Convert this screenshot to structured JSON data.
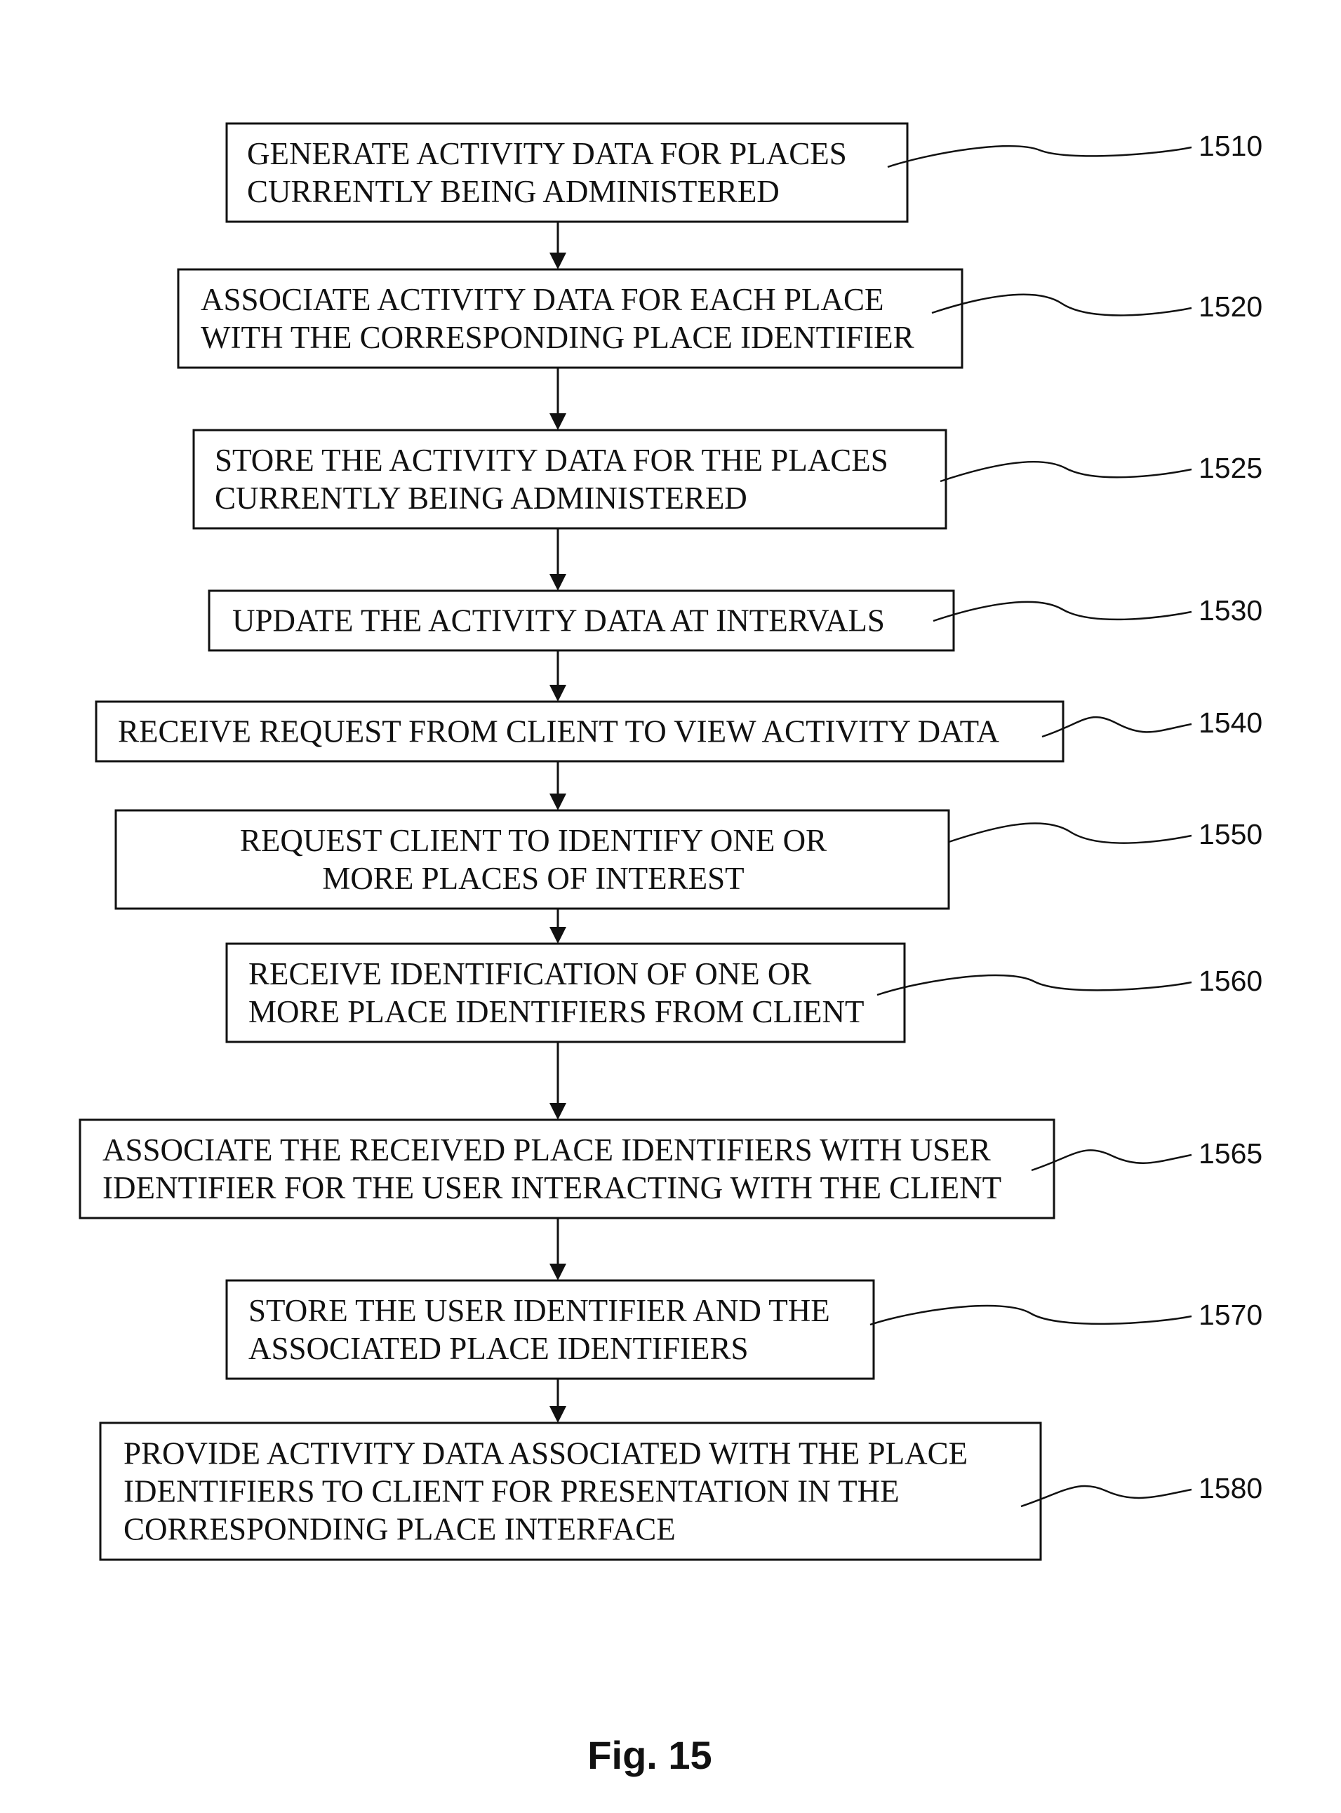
{
  "steps": [
    {
      "ref": "1510",
      "lines": [
        "GENERATE ACTIVITY DATA FOR PLACES",
        "CURRENTLY BEING ADMINISTERED"
      ]
    },
    {
      "ref": "1520",
      "lines": [
        "ASSOCIATE ACTIVITY DATA FOR EACH PLACE",
        "WITH THE CORRESPONDING PLACE IDENTIFIER"
      ]
    },
    {
      "ref": "1525",
      "lines": [
        "STORE THE ACTIVITY DATA FOR THE PLACES",
        "CURRENTLY BEING ADMINISTERED"
      ]
    },
    {
      "ref": "1530",
      "lines": [
        "UPDATE THE ACTIVITY DATA AT INTERVALS"
      ]
    },
    {
      "ref": "1540",
      "lines": [
        "RECEIVE REQUEST FROM CLIENT TO VIEW ACTIVITY DATA"
      ]
    },
    {
      "ref": "1550",
      "lines": [
        "REQUEST CLIENT TO IDENTIFY ONE OR",
        "MORE PLACES OF INTEREST"
      ]
    },
    {
      "ref": "1560",
      "lines": [
        "RECEIVE IDENTIFICATION OF ONE OR",
        "MORE PLACE IDENTIFIERS FROM CLIENT"
      ]
    },
    {
      "ref": "1565",
      "lines": [
        "ASSOCIATE THE RECEIVED PLACE IDENTIFIERS WITH USER",
        "IDENTIFIER FOR THE USER INTERACTING WITH THE CLIENT"
      ]
    },
    {
      "ref": "1570",
      "lines": [
        "STORE THE USER IDENTIFIER AND THE",
        "ASSOCIATED PLACE IDENTIFIERS"
      ]
    },
    {
      "ref": "1580",
      "lines": [
        "PROVIDE ACTIVITY DATA ASSOCIATED WITH THE PLACE",
        "IDENTIFIERS TO CLIENT FOR PRESENTATION IN THE",
        "CORRESPONDING PLACE INTERFACE"
      ]
    }
  ],
  "figure_label": "Fig. 15"
}
